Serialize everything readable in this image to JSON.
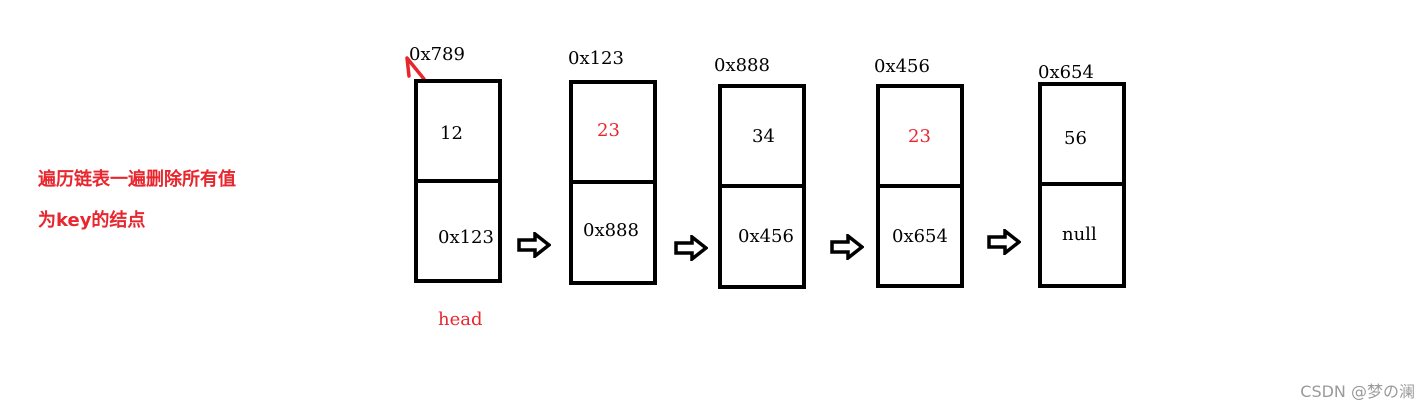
{
  "note": {
    "line1": "遍历链表一遍删除所有值",
    "line2": "为key的结点"
  },
  "nodes": [
    {
      "address": "0x789",
      "value": "12",
      "next": "0x123",
      "highlight": false
    },
    {
      "address": "0x123",
      "value": "23",
      "next": "0x888",
      "highlight": true
    },
    {
      "address": "0x888",
      "value": "34",
      "next": "0x456",
      "highlight": false
    },
    {
      "address": "0x456",
      "value": "23",
      "next": "0x654",
      "highlight": true
    },
    {
      "address": "0x654",
      "value": "56",
      "next": "null",
      "highlight": false
    }
  ],
  "head_label": "head",
  "watermark": "CSDN @梦の澜",
  "colors": {
    "accent": "#e8262e",
    "stroke": "#000000",
    "watermark": "#9a9a9a"
  }
}
